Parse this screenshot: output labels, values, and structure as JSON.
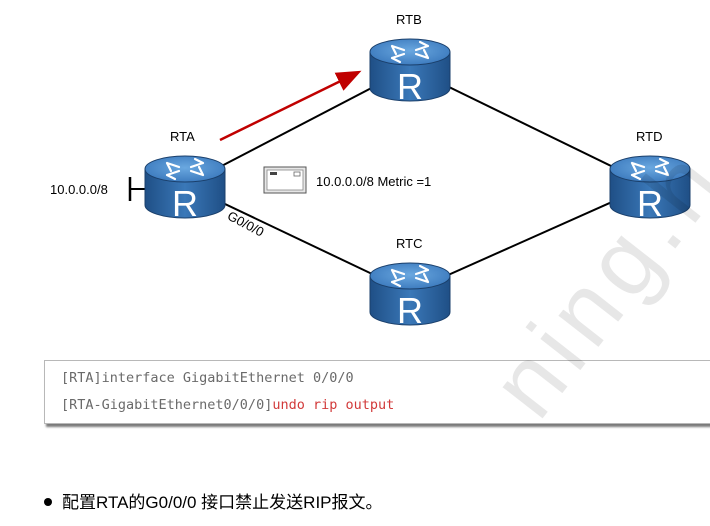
{
  "routers": [
    {
      "id": "RTA",
      "label": "RTA",
      "letter": "R"
    },
    {
      "id": "RTB",
      "label": "RTB",
      "letter": "R"
    },
    {
      "id": "RTC",
      "label": "RTC",
      "letter": "R"
    },
    {
      "id": "RTD",
      "label": "RTD",
      "letter": "R"
    }
  ],
  "network_label": "10.0.0.0/8",
  "interface_label": "G0/0/0",
  "update_label": "10.0.0.0/8 Metric =1",
  "code": {
    "line1": "[RTA]interface GigabitEthernet 0/0/0",
    "line2_prefix": "[RTA-GigabitEthernet0/0/0]",
    "line2_command": "undo rip output"
  },
  "bullet_text": "配置RTA的G0/0/0 接口禁止发送RIP报文。",
  "watermark_text": "ning.h",
  "colors": {
    "router_body": "#2e6aa6",
    "router_top": "#4a8fcf",
    "arrow": "#c00000",
    "command": "#d23a3a"
  }
}
